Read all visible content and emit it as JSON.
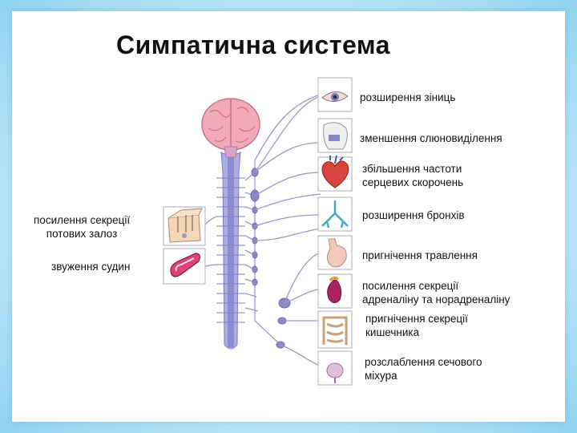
{
  "title": "Симпатична система",
  "effects_right": [
    {
      "text": "розширення зіниць",
      "icon": "eye-icon"
    },
    {
      "text": "зменшення слюновиділення",
      "icon": "salivary-gland-icon"
    },
    {
      "text": "збільшення частоти\nсерцевих скорочень",
      "icon": "heart-icon"
    },
    {
      "text": "розширення бронхів",
      "icon": "lungs-icon"
    },
    {
      "text": "пригнічення травлення",
      "icon": "stomach-icon"
    },
    {
      "text": "посилення секреції\nадреналіну та норадреналіну",
      "icon": "adrenal-gland-icon"
    },
    {
      "text": "пригнічення секреції\nкишечника",
      "icon": "intestine-icon"
    },
    {
      "text": "розслаблення сечового\nміхура",
      "icon": "bladder-icon"
    }
  ],
  "effects_left": [
    {
      "text": "посилення секреції\nпотових залоз",
      "icon": "sweat-gland-skin-icon"
    },
    {
      "text": "звуження судин",
      "icon": "blood-vessel-icon"
    }
  ],
  "colors": {
    "brain": "#f2a9b9",
    "spinal_cord": "#9d9bd6",
    "nerve": "#9a98c8",
    "ganglion": "#8c88c8",
    "frame": "#8fd3f0"
  }
}
